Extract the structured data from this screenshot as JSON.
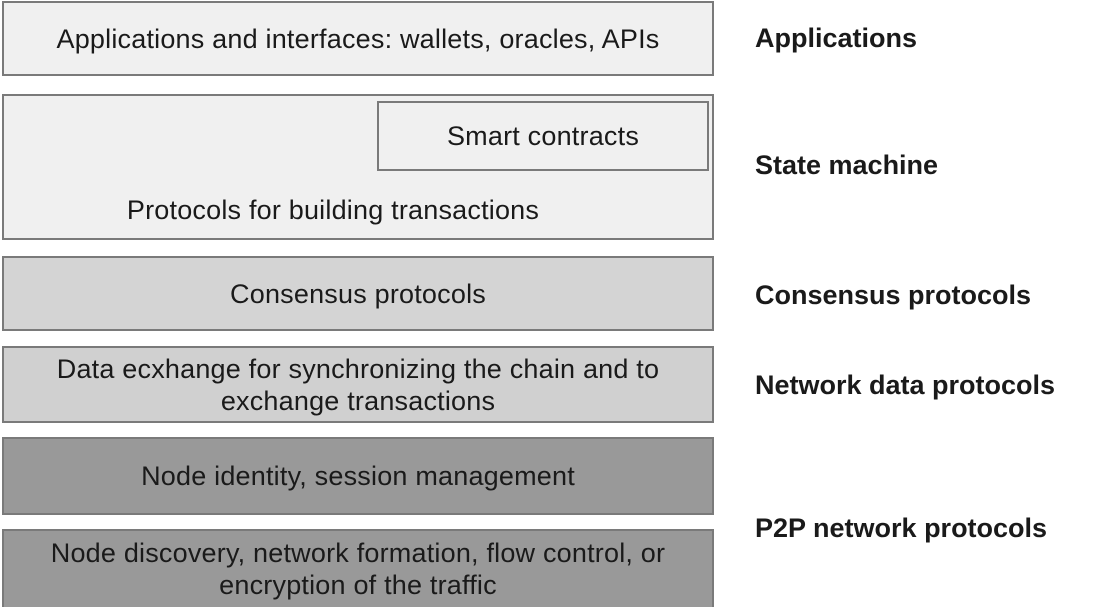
{
  "layers": {
    "applications": "Applications and interfaces: wallets, oracles, APIs",
    "smart_contracts": "Smart contracts",
    "state_protocols": "Protocols for building transactions",
    "consensus": "Consensus  protocols",
    "network_data": "Data ecxhange  for synchronizing the chain and to exchange transactions",
    "node_identity": "Node  identity, session  management",
    "node_discovery": "Node  discovery, network formation, flow control, or encryption of the traffic"
  },
  "labels": {
    "applications": "Applications",
    "state_machine": "State machine",
    "consensus": "Consensus  protocols",
    "network_data": "Network data protocols",
    "p2p": "P2P network protocols"
  },
  "colors": {
    "light_fill": "#f0f0f0",
    "mid_fill": "#d4d4d4",
    "dark_fill": "#999999",
    "border": "#7a7a7a"
  }
}
